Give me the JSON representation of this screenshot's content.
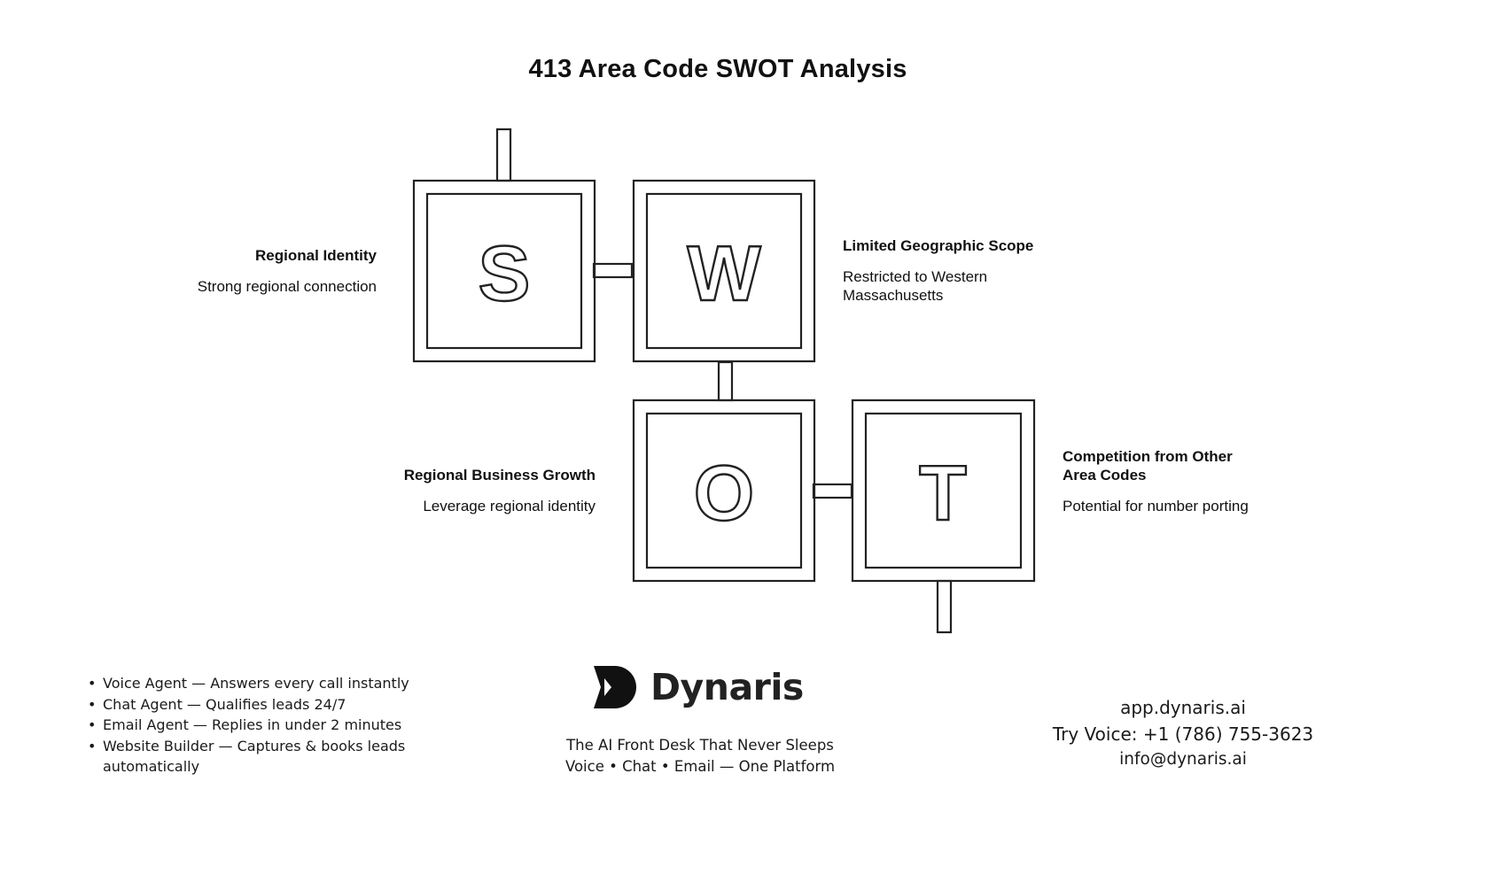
{
  "title": "413 Area Code SWOT Analysis",
  "swot": {
    "s": {
      "letter": "S",
      "title": "Regional Identity",
      "description": "Strong regional connection"
    },
    "w": {
      "letter": "W",
      "title": "Limited Geographic Scope",
      "description": "Restricted to Western Massachusetts"
    },
    "o": {
      "letter": "O",
      "title": "Regional Business Growth",
      "description": "Leverage regional identity"
    },
    "t": {
      "letter": "T",
      "title": "Competition from Other Area Codes",
      "description": "Potential for number porting"
    }
  },
  "features": [
    "Voice Agent — Answers every call instantly",
    "Chat Agent — Qualifies leads 24/7",
    "Email Agent — Replies in under 2 minutes",
    " Website Builder — Captures & books leads automatically"
  ],
  "bullet": "•",
  "brand": {
    "name": "Dynaris",
    "tagline_line1": "The AI Front Desk That Never Sleeps",
    "tagline_line2": "Voice • Chat • Email — One Platform"
  },
  "contact": {
    "url": "app.dynaris.ai",
    "phone": "Try Voice: +1 (786) 755-3623",
    "email": "info@dynaris.ai"
  },
  "colors": {
    "stroke": "#222222",
    "text": "#111111",
    "logo": "#111111"
  }
}
